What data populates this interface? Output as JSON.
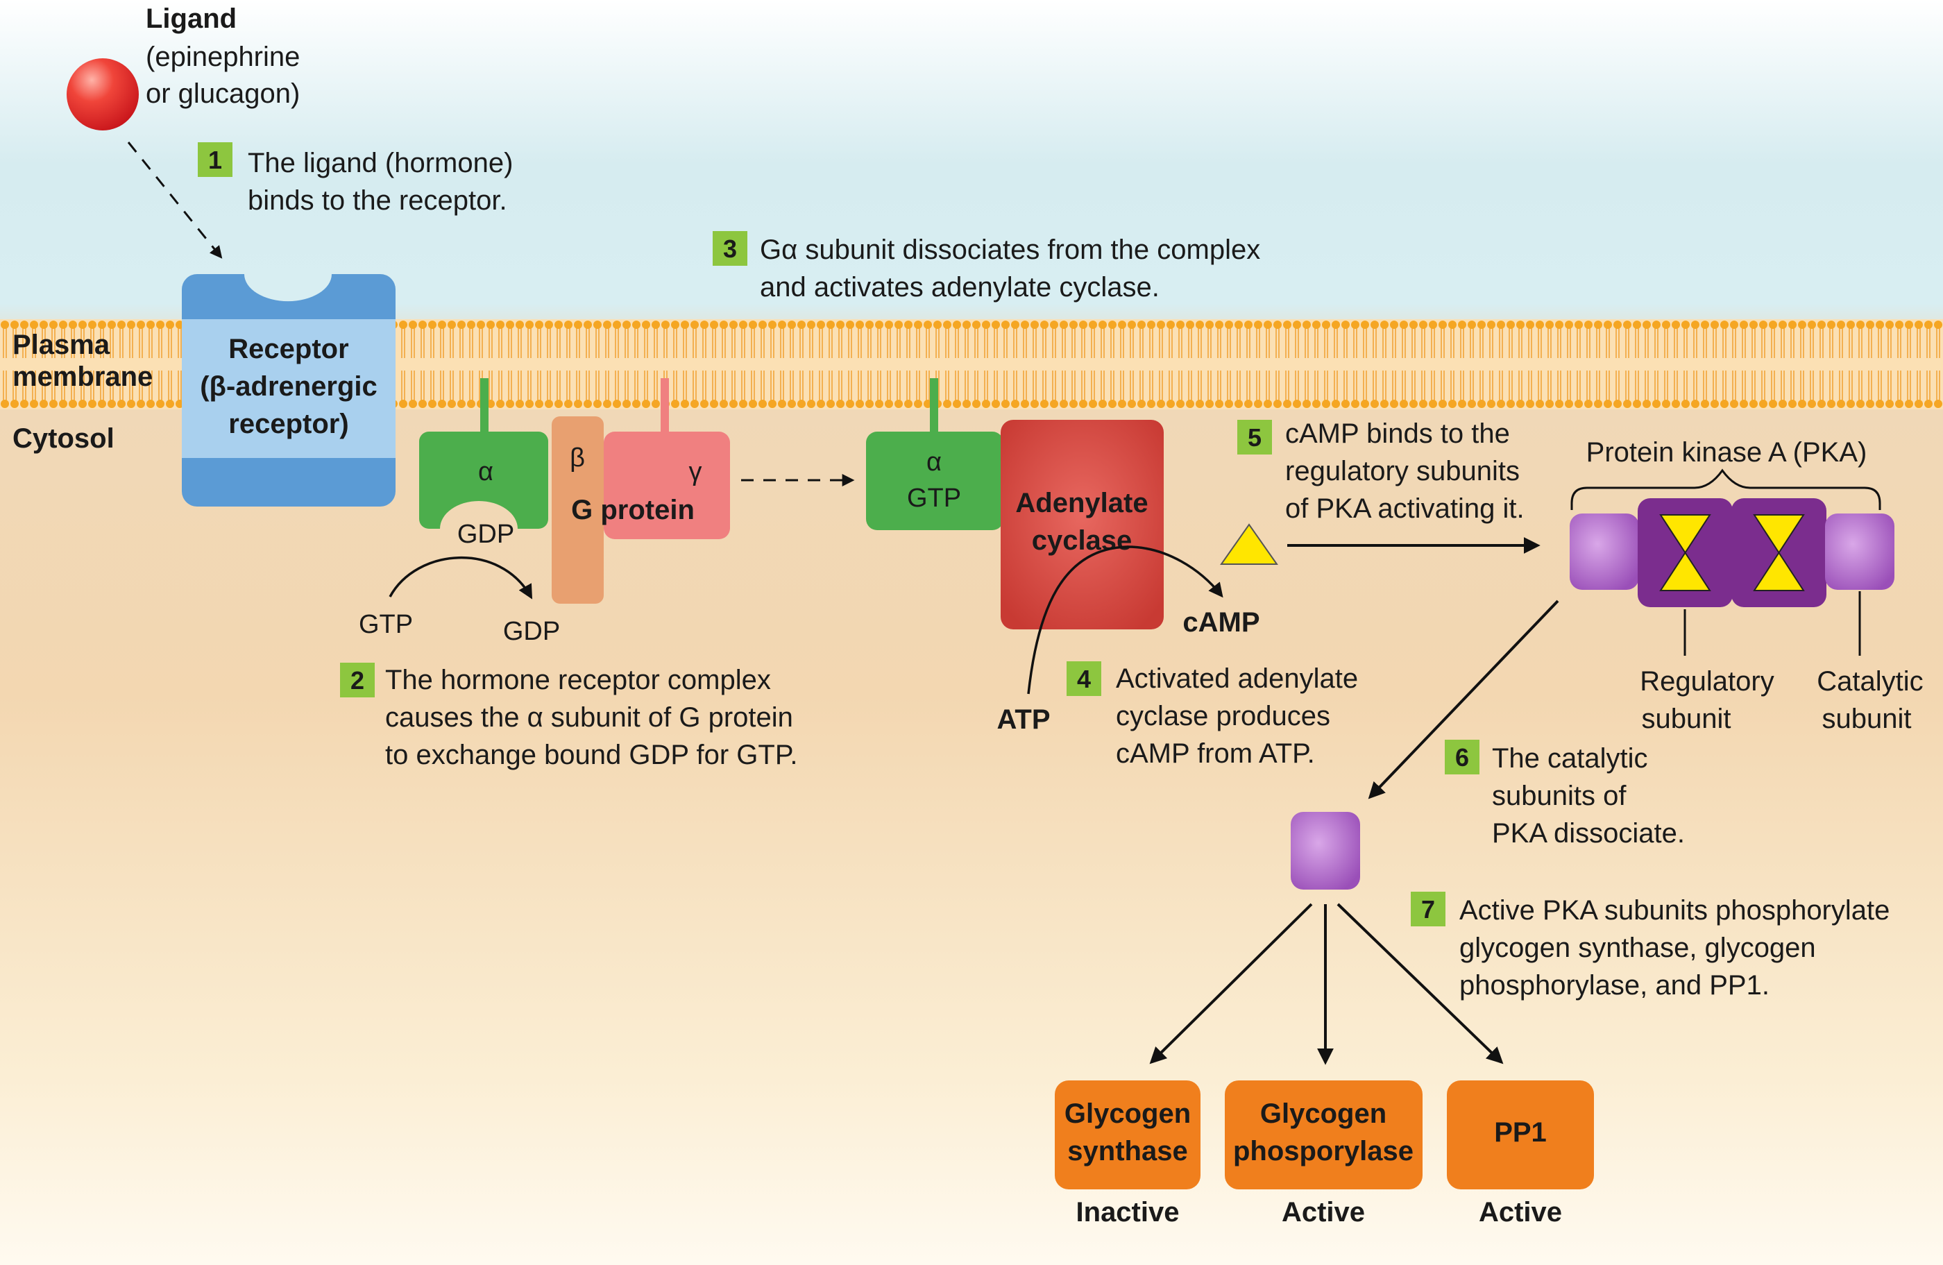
{
  "labels": {
    "ligand_title": "Ligand",
    "ligand_sub1": "(epinephrine",
    "ligand_sub2": "or glucagon)",
    "plasma_membrane_1": "Plasma",
    "plasma_membrane_2": "membrane",
    "cytosol": "Cytosol",
    "receptor_1": "Receptor",
    "receptor_2": "(β-adrenergic",
    "receptor_3": "receptor)",
    "alpha": "α",
    "beta": "β",
    "gamma": "γ",
    "gdp_bound": "GDP",
    "g_protein": "G protein",
    "gtp_in": "GTP",
    "gdp_out": "GDP",
    "alpha2": "α",
    "gtp_bound": "GTP",
    "adenylate_1": "Adenylate",
    "adenylate_2": "cyclase",
    "camp": "cAMP",
    "atp": "ATP",
    "pka_title": "Protein kinase A (PKA)",
    "regulatory_1": "Regulatory",
    "regulatory_2": "subunit",
    "catalytic_1": "Catalytic",
    "catalytic_2": "subunit",
    "target_1_l1": "Glycogen",
    "target_1_l2": "synthase",
    "target_2_l1": "Glycogen",
    "target_2_l2": "phosporylase",
    "target_3_l1": "PP1",
    "state_1": "Inactive",
    "state_2": "Active",
    "state_3": "Active"
  },
  "steps": [
    {
      "num": "1",
      "lines": [
        "The ligand (hormone)",
        "binds to the receptor."
      ]
    },
    {
      "num": "2",
      "lines": [
        "The hormone receptor complex",
        "causes the α subunit of G protein",
        "to exchange bound GDP for GTP."
      ]
    },
    {
      "num": "3",
      "lines": [
        "Gα subunit dissociates from the complex",
        "and activates adenylate cyclase."
      ]
    },
    {
      "num": "4",
      "lines": [
        "Activated adenylate",
        "cyclase produces",
        "cAMP from ATP."
      ]
    },
    {
      "num": "5",
      "lines": [
        "cAMP binds to the",
        "regulatory subunits",
        "of PKA activating it."
      ]
    },
    {
      "num": "6",
      "lines": [
        "The catalytic",
        "subunits of",
        "PKA dissociate."
      ]
    },
    {
      "num": "7",
      "lines": [
        "Active PKA subunits phosphorylate",
        "glycogen synthase, glycogen",
        "phosphorylase, and PP1."
      ]
    }
  ],
  "colors": {
    "step_badge": "#8dc63f",
    "receptor": "#5b9bd5",
    "alpha_subunit": "#4cae4c",
    "gamma_subunit": "#f08080",
    "beta_subunit": "#e8a070",
    "adenylate_cyclase": "#d0463d",
    "pka_regulatory": "#7b2d8e",
    "pka_catalytic": "#a65fc0",
    "camp_triangle": "#ffe600",
    "target_box": "#f07f1d",
    "ligand": "#e53935"
  }
}
